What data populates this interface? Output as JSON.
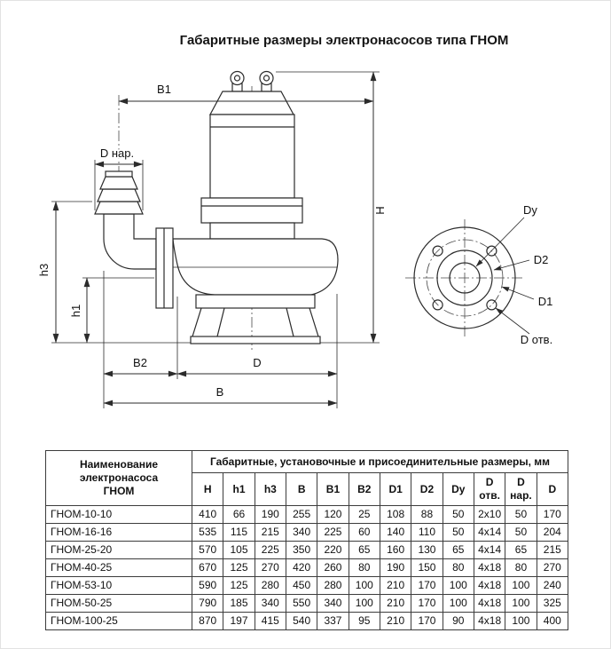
{
  "page": {
    "title": "Габаритные размеры электронасосов типа ГНОМ"
  },
  "drawing": {
    "side_view_labels": {
      "B1": "B1",
      "D_nar": "D нар.",
      "h3": "h3",
      "h1": "h1",
      "B2": "B2",
      "D": "D",
      "B": "B",
      "H": "H"
    },
    "flange_view_labels": {
      "Dy": "Dy",
      "D2": "D2",
      "D1": "D1",
      "D_otv": "D отв."
    }
  },
  "table": {
    "name_header": "Наименование\nэлектронасоса\nГНОМ",
    "group_header": "Габаритные, установочные и присоединительные размеры, мм",
    "columns": [
      "H",
      "h1",
      "h3",
      "B",
      "B1",
      "B2",
      "D1",
      "D2",
      "Dy",
      "D отв.",
      "D нар.",
      "D"
    ],
    "rows": [
      {
        "name": "ГНОМ-10-10",
        "values": [
          "410",
          "66",
          "190",
          "255",
          "120",
          "25",
          "108",
          "88",
          "50",
          "2x10",
          "50",
          "170"
        ]
      },
      {
        "name": "ГНОМ-16-16",
        "values": [
          "535",
          "115",
          "215",
          "340",
          "225",
          "60",
          "140",
          "110",
          "50",
          "4x14",
          "50",
          "204"
        ]
      },
      {
        "name": "ГНОМ-25-20",
        "values": [
          "570",
          "105",
          "225",
          "350",
          "220",
          "65",
          "160",
          "130",
          "65",
          "4x14",
          "65",
          "215"
        ]
      },
      {
        "name": "ГНОМ-40-25",
        "values": [
          "670",
          "125",
          "270",
          "420",
          "260",
          "80",
          "190",
          "150",
          "80",
          "4x18",
          "80",
          "270"
        ]
      },
      {
        "name": "ГНОМ-53-10",
        "values": [
          "590",
          "125",
          "280",
          "450",
          "280",
          "100",
          "210",
          "170",
          "100",
          "4x18",
          "100",
          "240"
        ]
      },
      {
        "name": "ГНОМ-50-25",
        "values": [
          "790",
          "185",
          "340",
          "550",
          "340",
          "100",
          "210",
          "170",
          "100",
          "4x18",
          "100",
          "325"
        ]
      },
      {
        "name": "ГНОМ-100-25",
        "values": [
          "870",
          "197",
          "415",
          "540",
          "337",
          "95",
          "210",
          "170",
          "90",
          "4x18",
          "100",
          "400"
        ]
      }
    ]
  }
}
